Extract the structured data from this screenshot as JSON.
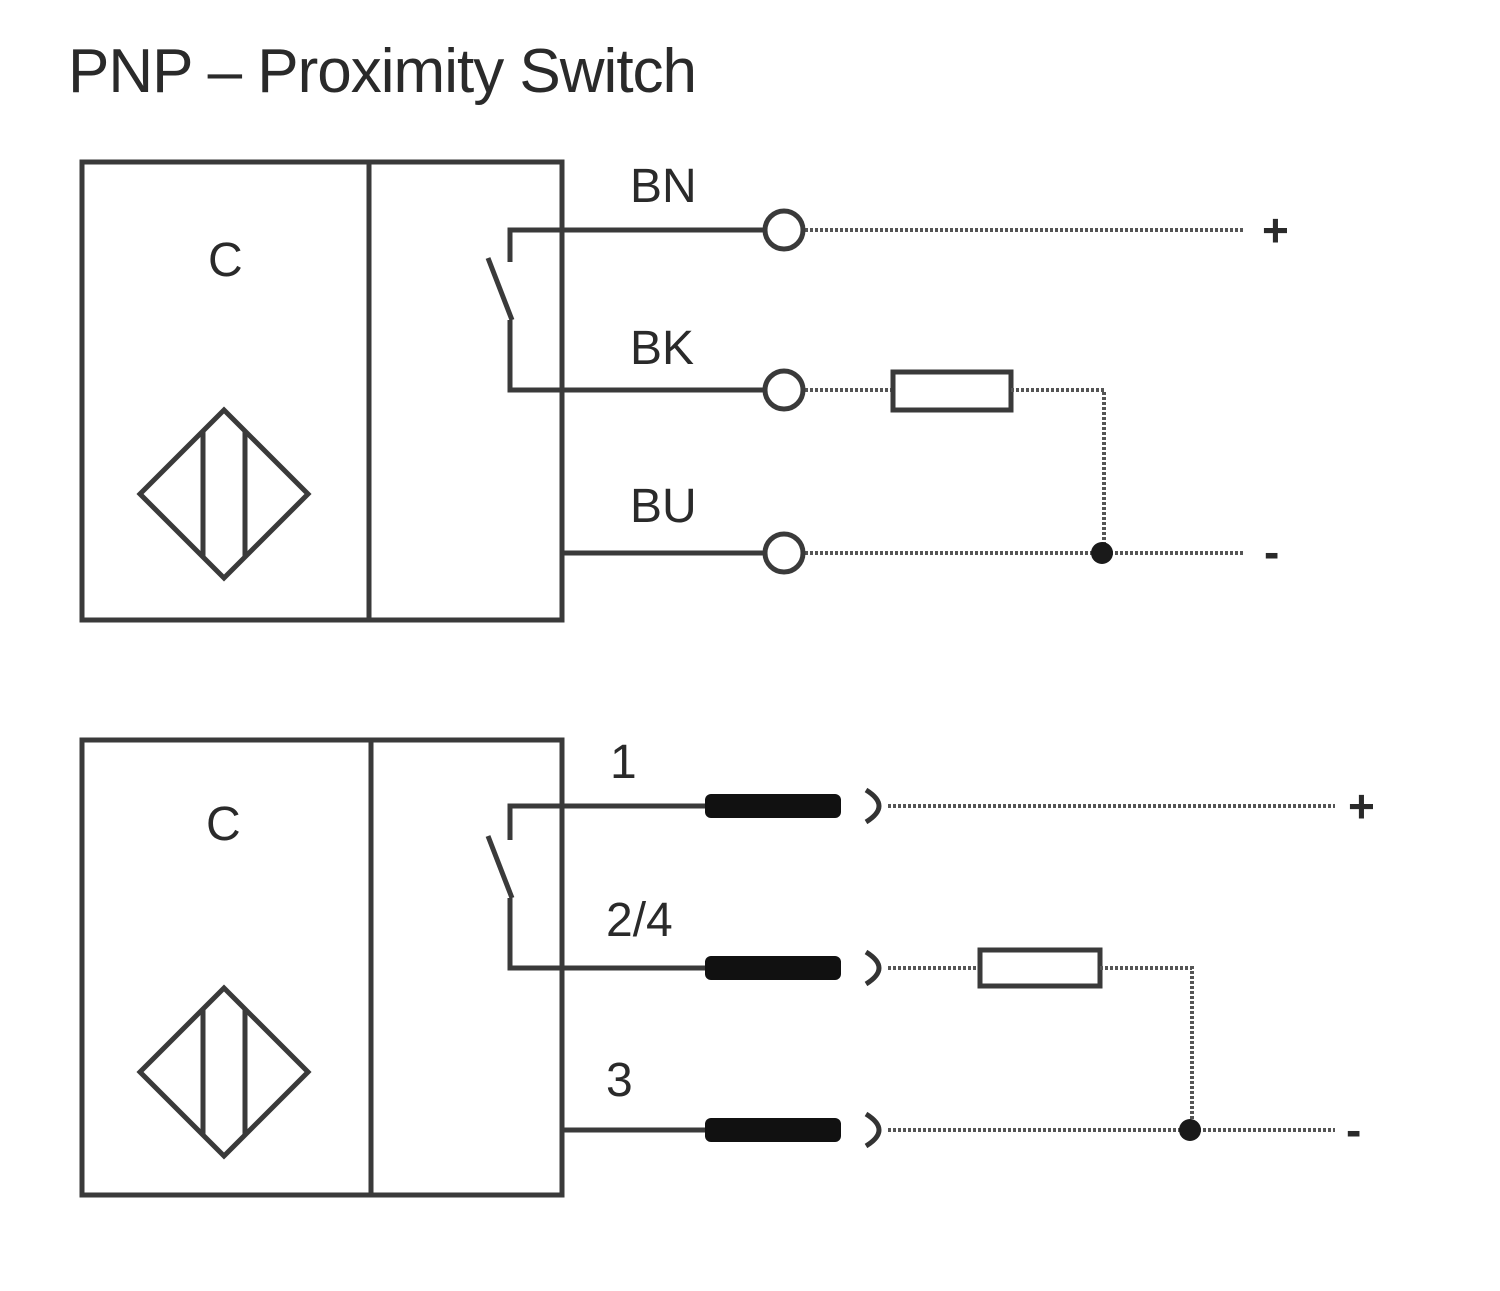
{
  "title": "PNP – Proximity Switch",
  "diagrams": [
    {
      "sensor_label": "C",
      "wires": [
        {
          "label": "BN",
          "end": "+"
        },
        {
          "label": "BK",
          "end": ""
        },
        {
          "label": "BU",
          "end": "-"
        }
      ]
    },
    {
      "sensor_label": "C",
      "wires": [
        {
          "label": "1",
          "end": "+"
        },
        {
          "label": "2/4",
          "end": ""
        },
        {
          "label": "3",
          "end": "-"
        }
      ]
    }
  ]
}
